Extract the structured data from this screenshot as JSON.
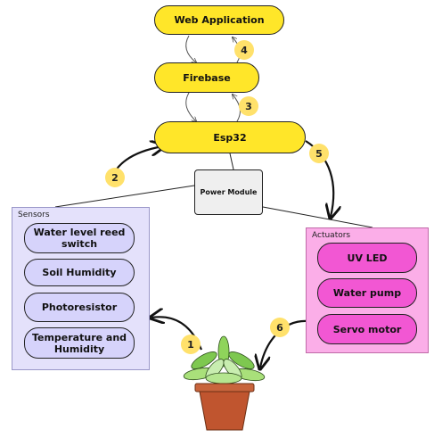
{
  "top": {
    "web_app": "Web Application",
    "firebase": "Firebase",
    "esp32": "Esp32",
    "power_module": "Power Module"
  },
  "sensors": {
    "title": "Sensors",
    "items": [
      "Water level reed switch",
      "Soil Humidity",
      "Photoresistor",
      "Temperature and Humidity"
    ]
  },
  "actuators": {
    "title": "Actuators",
    "items": [
      "UV LED",
      "Water pump",
      "Servo motor"
    ]
  },
  "steps": [
    "1",
    "2",
    "3",
    "4",
    "5",
    "6"
  ],
  "colors": {
    "yellow": "#ffe629",
    "lavender": "#d6d3fb",
    "pink": "#f257d3",
    "badge": "#ffe16b"
  }
}
